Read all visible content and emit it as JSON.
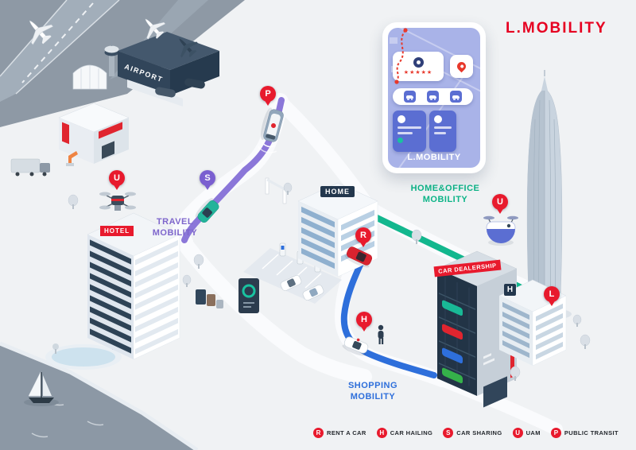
{
  "title": "L.MOBILITY",
  "phone": {
    "app_label": "L.MOBILITY",
    "rating_stars": "★★★★★"
  },
  "area_labels": {
    "travel": "TRAVEL\nMOBILITY",
    "home_office": "HOME&OFFICE\nMOBILITY",
    "shopping": "SHOPPING\nMOBILITY"
  },
  "signs": {
    "airport": "AIRPORT",
    "home": "HOME",
    "hotel": "HOTEL",
    "car_dealership": "CAR DEALERSHIP",
    "h_building": "H"
  },
  "pins": {
    "public_transit": "P",
    "uam_industrial": "U",
    "car_sharing": "S",
    "rent_a_car": "R",
    "car_hailing": "H",
    "uam_tower": "U",
    "lotte": "L"
  },
  "legend": [
    {
      "badge": "R",
      "label": "RENT A CAR"
    },
    {
      "badge": "H",
      "label": "CAR HAILING"
    },
    {
      "badge": "S",
      "label": "CAR SHARING"
    },
    {
      "badge": "U",
      "label": "UAM"
    },
    {
      "badge": "P",
      "label": "PUBLIC TRANSIT"
    }
  ],
  "colors": {
    "brand_red": "#e81a2d",
    "travel_purple": "#7e66cc",
    "home_office_teal": "#0cb487",
    "shopping_blue": "#2e6fdb",
    "water_gray": "#8c98a5"
  }
}
